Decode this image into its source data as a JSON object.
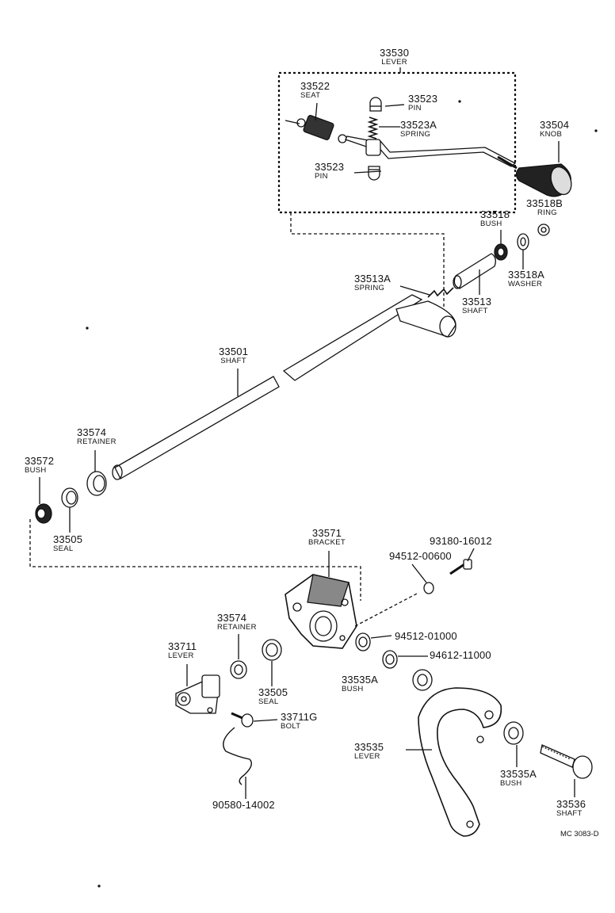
{
  "parts": {
    "p33530": {
      "number": "33530",
      "name": "LEVER"
    },
    "p33522": {
      "number": "33522",
      "name": "SEAT"
    },
    "p33523_top": {
      "number": "33523",
      "name": "PIN"
    },
    "p33523A": {
      "number": "33523A",
      "name": "SPRING"
    },
    "p33523_bot": {
      "number": "33523",
      "name": "PIN"
    },
    "p33504": {
      "number": "33504",
      "name": "KNOB"
    },
    "p33518B": {
      "number": "33518B",
      "name": "RING"
    },
    "p33518": {
      "number": "33518",
      "name": "BUSH"
    },
    "p33518A": {
      "number": "33518A",
      "name": "WASHER"
    },
    "p33513A": {
      "number": "33513A",
      "name": "SPRING"
    },
    "p33513": {
      "number": "33513",
      "name": "SHAFT"
    },
    "p33501": {
      "number": "33501",
      "name": "SHAFT"
    },
    "p33574_top": {
      "number": "33574",
      "name": "RETAINER"
    },
    "p33572": {
      "number": "33572",
      "name": "BUSH"
    },
    "p33505_top": {
      "number": "33505",
      "name": "SEAL"
    },
    "p33571": {
      "number": "33571",
      "name": "BRACKET"
    },
    "p93180": {
      "number": "93180-16012"
    },
    "p94512_600": {
      "number": "94512-00600"
    },
    "p33574_bot": {
      "number": "33574",
      "name": "RETAINER"
    },
    "p33711": {
      "number": "33711",
      "name": "LEVER"
    },
    "p94512_1000": {
      "number": "94512-01000"
    },
    "p94612": {
      "number": "94612-11000"
    },
    "p33505_bot": {
      "number": "33505",
      "name": "SEAL"
    },
    "p33535A_top": {
      "number": "33535A",
      "name": "BUSH"
    },
    "p33711G": {
      "number": "33711G",
      "name": "BOLT"
    },
    "p33535": {
      "number": "33535",
      "name": "LEVER"
    },
    "p33535A_bot": {
      "number": "33535A",
      "name": "BUSH"
    },
    "p33536": {
      "number": "33536",
      "name": "SHAFT"
    },
    "p90580": {
      "number": "90580-14002"
    }
  },
  "figure_code": "MC 3083-D"
}
